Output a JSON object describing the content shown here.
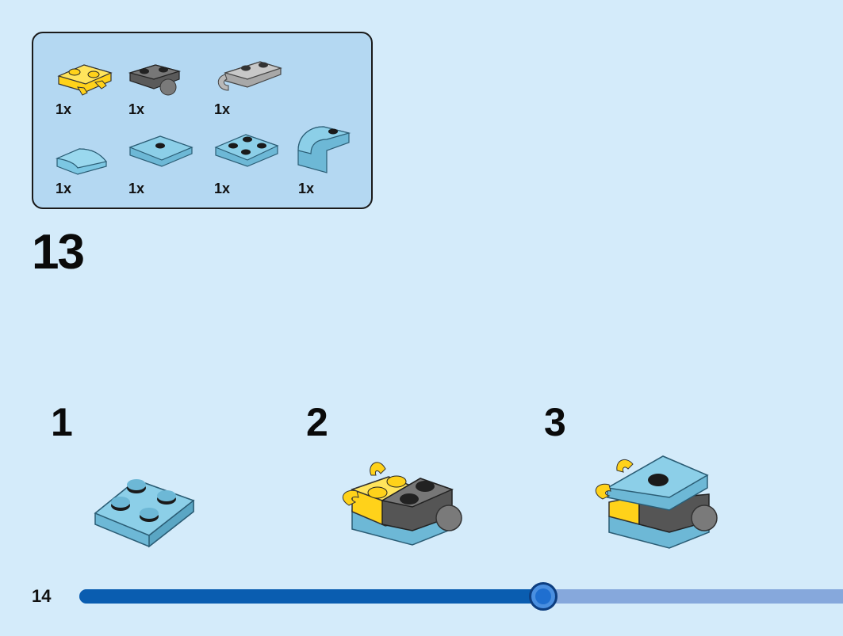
{
  "parts_list": {
    "items": [
      {
        "name": "yellow-plate-clips",
        "qty": "1x",
        "color": "#ffd21a"
      },
      {
        "name": "dark-gray-plate-ball",
        "qty": "1x",
        "color": "#6b6b6b"
      },
      {
        "name": "light-gray-plate-clip",
        "qty": "1x",
        "color": "#b8b8b8"
      },
      {
        "name": "curved-slope-tile",
        "qty": "1x",
        "color": "#7cc7e3"
      },
      {
        "name": "jumper-plate-2x2",
        "qty": "1x",
        "color": "#7cc7e3"
      },
      {
        "name": "plate-2x2",
        "qty": "1x",
        "color": "#7cc7e3"
      },
      {
        "name": "curved-brick-stud",
        "qty": "1x",
        "color": "#7cc7e3"
      }
    ]
  },
  "main_step": "13",
  "sub_steps": [
    "1",
    "2",
    "3"
  ],
  "page_number": "14",
  "progress": {
    "fraction": 0.597,
    "fill_color": "#0a5db0",
    "track_color": "#86a8dc"
  },
  "colors": {
    "background": "#d4ebfa",
    "parts_box": "#b4d8f2",
    "medium_azure": "#7cc7e3",
    "yellow": "#ffd21a",
    "dark_gray": "#6b6b6b",
    "light_gray": "#b8b8b8"
  }
}
